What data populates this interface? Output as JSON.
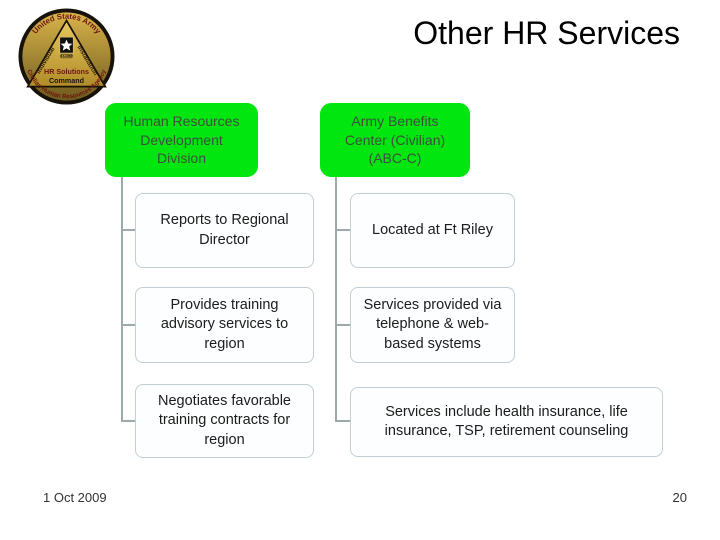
{
  "slide": {
    "title": "Other HR Services",
    "footer_date": "1 Oct 2009",
    "page_number": "20"
  },
  "logo": {
    "name": "us-army-civilian-hr-agency-seal",
    "top_arc_text": "United States Army",
    "bottom_arc_text": "Civilian Human Resources Agency",
    "left_edge_text": "Individual",
    "right_edge_text": "Installation",
    "center_line1": "HR Solutions",
    "center_line2": "Command",
    "star_tag_text": "U.S.ARMY"
  },
  "diagram": {
    "type": "hierarchy",
    "columns": [
      {
        "header": "Human Resources Development Division",
        "children": [
          "Reports to Regional Director",
          "Provides training advisory services to region",
          "Negotiates favorable training contracts for region"
        ]
      },
      {
        "header": "Army Benefits Center (Civilian) (ABC-C)",
        "children": [
          "Located at Ft Riley",
          "Services provided via telephone & web-based systems",
          "Services include health insurance, life insurance, TSP, retirement counseling"
        ]
      }
    ]
  },
  "colors": {
    "header_fill": "#00e60e",
    "header_text": "#3e4e3e",
    "child_border": "#c2ced3",
    "child_fill": "#fdfeff",
    "connector": "#9daaac",
    "title_text": "#000000",
    "footer_text": "#333333"
  }
}
